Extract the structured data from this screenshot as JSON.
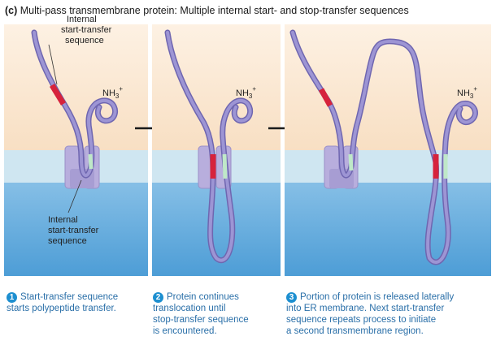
{
  "title": {
    "prefix": "(c)",
    "text": "Multi-pass transmembrane protein: Multiple internal start- and stop-transfer sequences"
  },
  "labels": {
    "top_label": [
      "Internal",
      "start-transfer",
      "sequence"
    ],
    "bottom_label": [
      "Internal",
      "start-transfer",
      "sequence"
    ],
    "nh3": "NH",
    "nh3_sub": "3",
    "nh3_sup": "+"
  },
  "steps": [
    {
      "number": "1",
      "lines": [
        "Start-transfer sequence",
        "starts polypeptide transfer."
      ]
    },
    {
      "number": "2",
      "lines": [
        "Protein continues",
        "translocation until",
        "stop-transfer sequence",
        "is encountered."
      ]
    },
    {
      "number": "3",
      "lines": [
        "Portion of protein is released laterally",
        "into ER membrane. Next start-transfer",
        "sequence repeats process to initiate",
        "a second transmembrane region."
      ]
    }
  ],
  "colors": {
    "cytosol": "#fbe7d0",
    "membrane": "#cfe6f1",
    "er_lumen": "#7ab7e0",
    "protein": "#8f86c9",
    "translocon": "#b8aedd",
    "start_transfer": "#d6233c",
    "stop_transfer": "#bfe8c8",
    "caption_text": "#2a6fa8",
    "step_badge": "#1d8fd0"
  },
  "icons": [
    "right-arrow-icon",
    "right-arrow-icon"
  ]
}
